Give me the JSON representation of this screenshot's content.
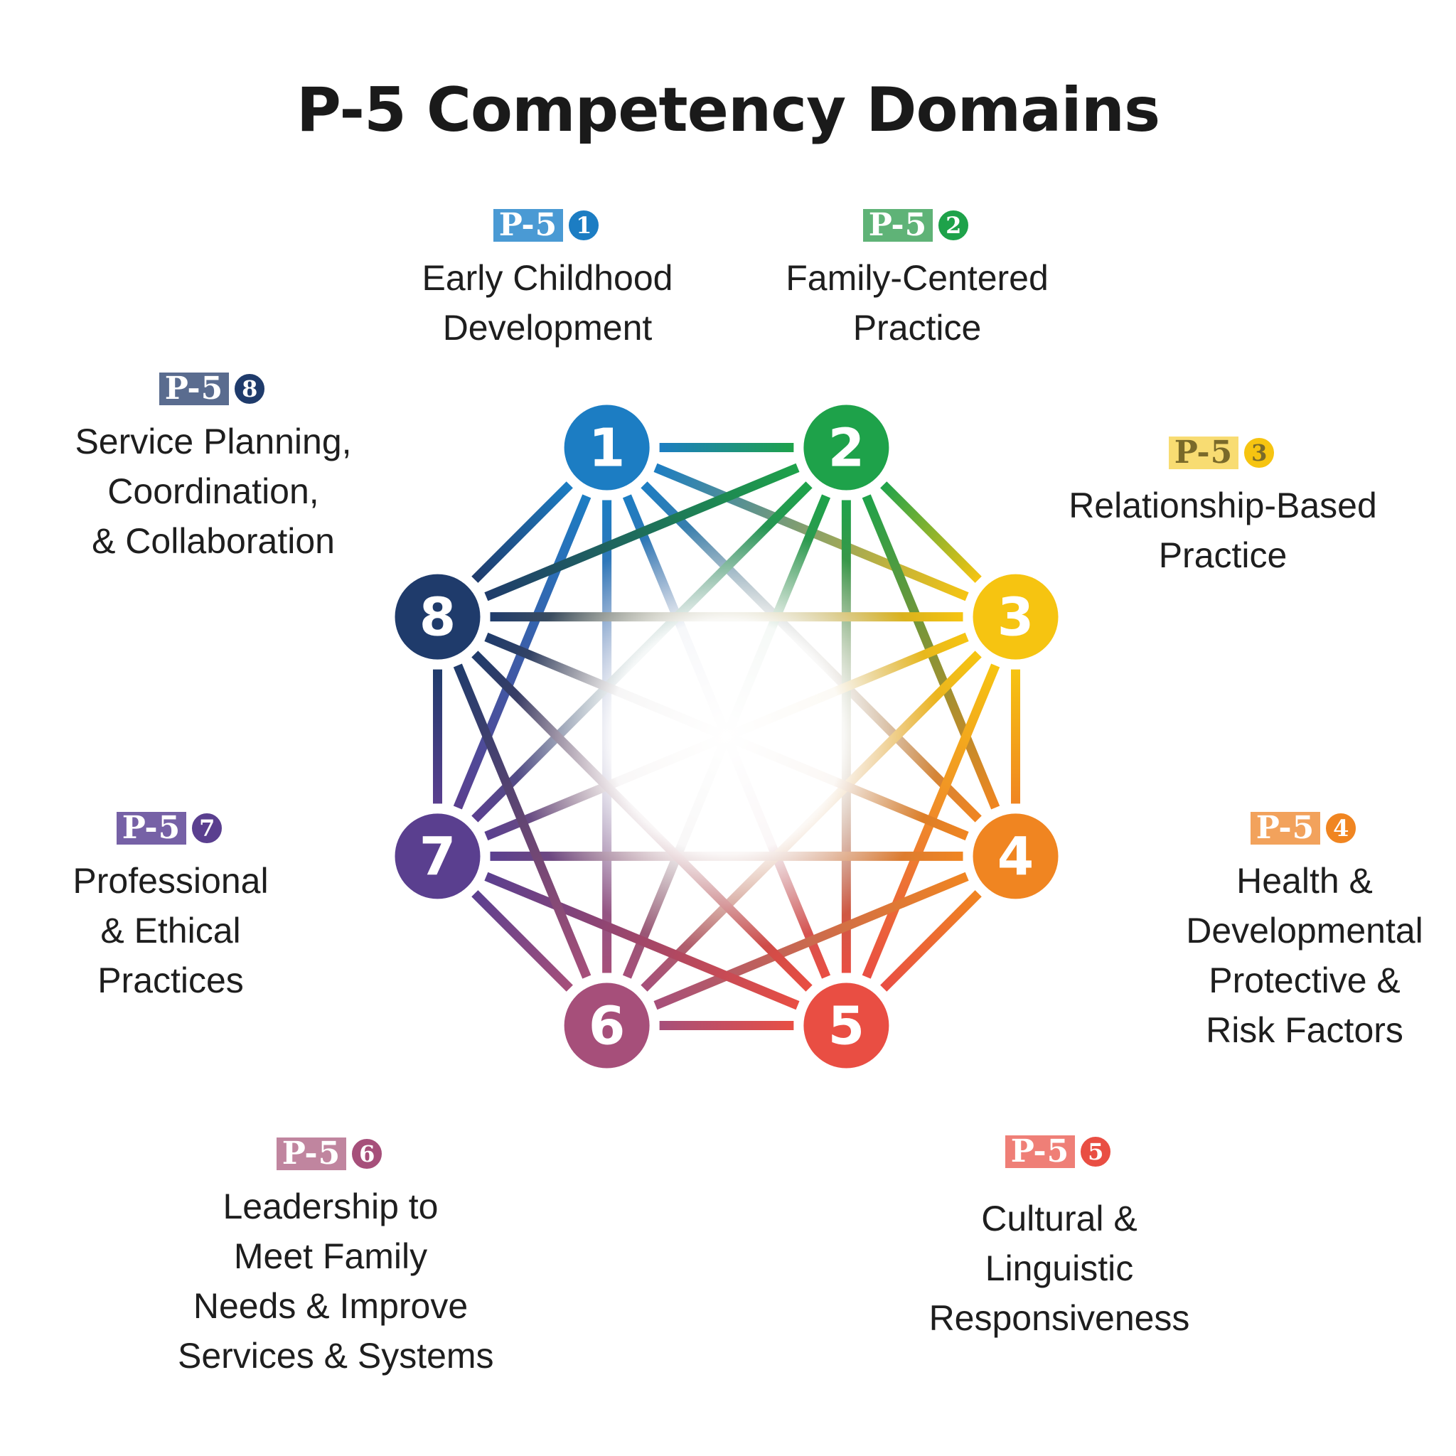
{
  "title": "P-5 Competency Domains",
  "badge_prefix": "P-5",
  "domains": [
    {
      "number": "1",
      "color": "#1c7dc3",
      "lines": [
        "Early Childhood",
        "Development"
      ]
    },
    {
      "number": "2",
      "color": "#1ea24a",
      "lines": [
        "Family-Centered",
        "Practice"
      ]
    },
    {
      "number": "3",
      "color": "#f6c411",
      "lines": [
        "Relationship-Based",
        "Practice"
      ]
    },
    {
      "number": "4",
      "color": "#f08521",
      "lines": [
        "Health &",
        "Developmental",
        "Protective &",
        "Risk Factors"
      ]
    },
    {
      "number": "5",
      "color": "#e94e43",
      "lines": [
        "Cultural &",
        "Linguistic",
        "Responsiveness"
      ]
    },
    {
      "number": "6",
      "color": "#a64f7a",
      "lines": [
        "Leadership to",
        "Meet Family",
        "Needs & Improve",
        "Services & Systems"
      ]
    },
    {
      "number": "7",
      "color": "#5a3f8f",
      "lines": [
        "Professional",
        "& Ethical",
        "Practices"
      ]
    },
    {
      "number": "8",
      "color": "#1f3b6b",
      "lines": [
        "Service Planning,",
        "Coordination,",
        "& Collaboration"
      ]
    }
  ]
}
